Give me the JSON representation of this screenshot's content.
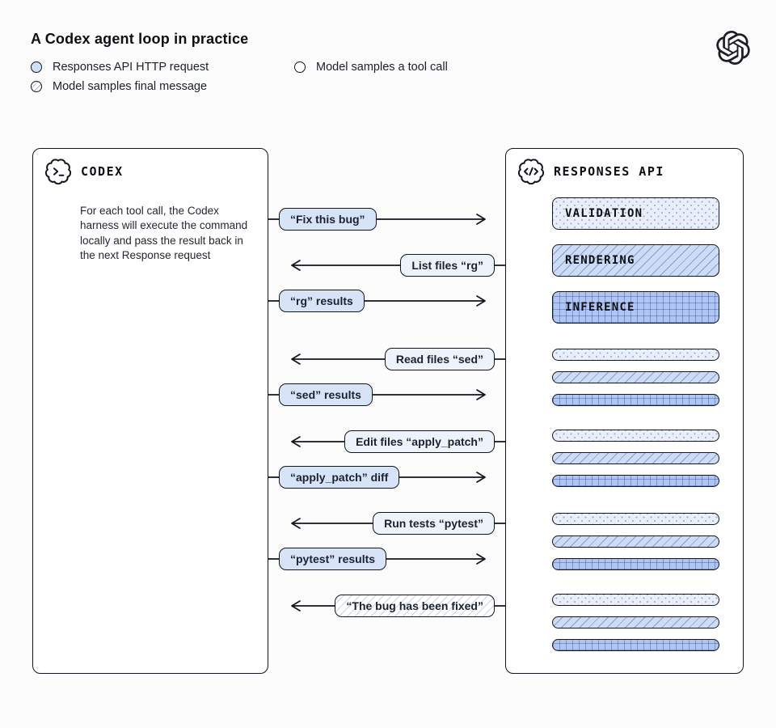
{
  "header": {
    "title": "A Codex agent loop in practice",
    "legend": [
      {
        "label": "Responses API HTTP request",
        "type": "request"
      },
      {
        "label": "Model samples a tool call",
        "type": "tool"
      },
      {
        "label": "Model samples final message",
        "type": "final"
      }
    ],
    "logo": "openai-logo"
  },
  "left_panel": {
    "title": "CODEX",
    "icon": "terminal-badge-icon",
    "description": "For each tool call, the Codex harness will execute the command locally and pass the result back in the next Response request"
  },
  "right_panel": {
    "title": "RESPONSES API",
    "icon": "code-badge-icon",
    "stages": [
      {
        "label": "VALIDATION",
        "pattern": "dots"
      },
      {
        "label": "RENDERING",
        "pattern": "diagonal-hatch"
      },
      {
        "label": "INFERENCE",
        "pattern": "grid"
      }
    ],
    "bar_groups": 4,
    "bar_patterns": [
      "dots",
      "diagonal-hatch",
      "grid"
    ]
  },
  "messages": [
    {
      "label": "“Fix this bug”",
      "direction": "right",
      "type": "request"
    },
    {
      "label": "List files “rg”",
      "direction": "left",
      "type": "tool"
    },
    {
      "label": "“rg” results",
      "direction": "right",
      "type": "request"
    },
    {
      "label": "Read files “sed”",
      "direction": "left",
      "type": "tool"
    },
    {
      "label": "“sed” results",
      "direction": "right",
      "type": "request"
    },
    {
      "label": "Edit files “apply_patch”",
      "direction": "left",
      "type": "tool"
    },
    {
      "label": "“apply_patch” diff",
      "direction": "right",
      "type": "request"
    },
    {
      "label": "Run tests “pytest”",
      "direction": "left",
      "type": "tool"
    },
    {
      "label": "“pytest” results",
      "direction": "right",
      "type": "request"
    },
    {
      "label": "“The bug has been fixed”",
      "direction": "left",
      "type": "final"
    }
  ],
  "colors": {
    "ink": "#12161f",
    "request_fill": "#d7e4f8",
    "tool_fill": "#eef3fb",
    "dots_fill": "#e9effa",
    "hatch_fill": "#cddcf6",
    "grid_fill": "#b0c6f0",
    "background": "#fcfcfc"
  }
}
